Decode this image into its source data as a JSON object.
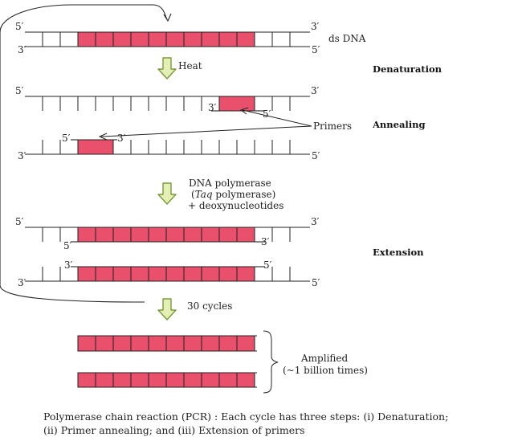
{
  "end_labels": {
    "five": "5′",
    "three": "3′"
  },
  "labels": {
    "ds_dna": "ds DNA",
    "heat": "Heat",
    "primers": "Primers",
    "pol_line1": "DNA polymerase",
    "pol_taq": "Taq",
    "pol_rest": " polymerase)",
    "pol_open": "(",
    "pol_line3": "+ deoxynucleotides",
    "cycles": "30 cycles",
    "amplified": "Amplified",
    "billion": "(~1 billion times)"
  },
  "steps": {
    "denaturation": "Denaturation",
    "annealing": "Annealing",
    "extension": "Extension"
  },
  "caption": {
    "line1": "Polymerase chain reaction (PCR) : Each cycle has three steps: (i) Denaturation;",
    "line2": "(ii) Primer annealing; and (iii) Extension of primers"
  },
  "colors": {
    "primer_fill": "#e8506c",
    "arrow_fill": "#e3efb5",
    "arrow_stroke": "#7a9a3a",
    "line": "#222222"
  }
}
